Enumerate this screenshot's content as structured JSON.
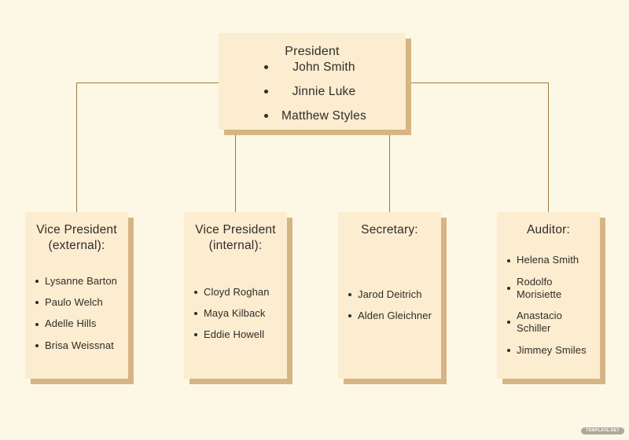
{
  "colors": {
    "page_bg": "#fdf8e5",
    "box_fill": "#fcecd0",
    "box_shadow": "#d6b584",
    "connector": "#9b7940",
    "text": "#2e2e28"
  },
  "watermark": {
    "label": "TEMPLATE.NET"
  },
  "org": {
    "president": {
      "title": "President",
      "members": [
        "John Smith",
        "Jinnie Luke",
        "Matthew Styles"
      ]
    },
    "departments": [
      {
        "title": "Vice President (external):",
        "members": [
          "Lysanne Barton",
          "Paulo Welch",
          "Adelle Hills",
          "Brisa Weissnat"
        ]
      },
      {
        "title": "Vice President (internal):",
        "members": [
          "Cloyd Roghan",
          "Maya Kilback",
          "Eddie Howell"
        ]
      },
      {
        "title": "Secretary:",
        "members": [
          "Jarod Deitrich",
          "Alden Gleichner"
        ]
      },
      {
        "title": "Auditor:",
        "members": [
          "Helena Smith",
          "Rodolfo Morisiette",
          "Anastacio Schiller",
          "Jimmey Smiles"
        ]
      }
    ]
  }
}
